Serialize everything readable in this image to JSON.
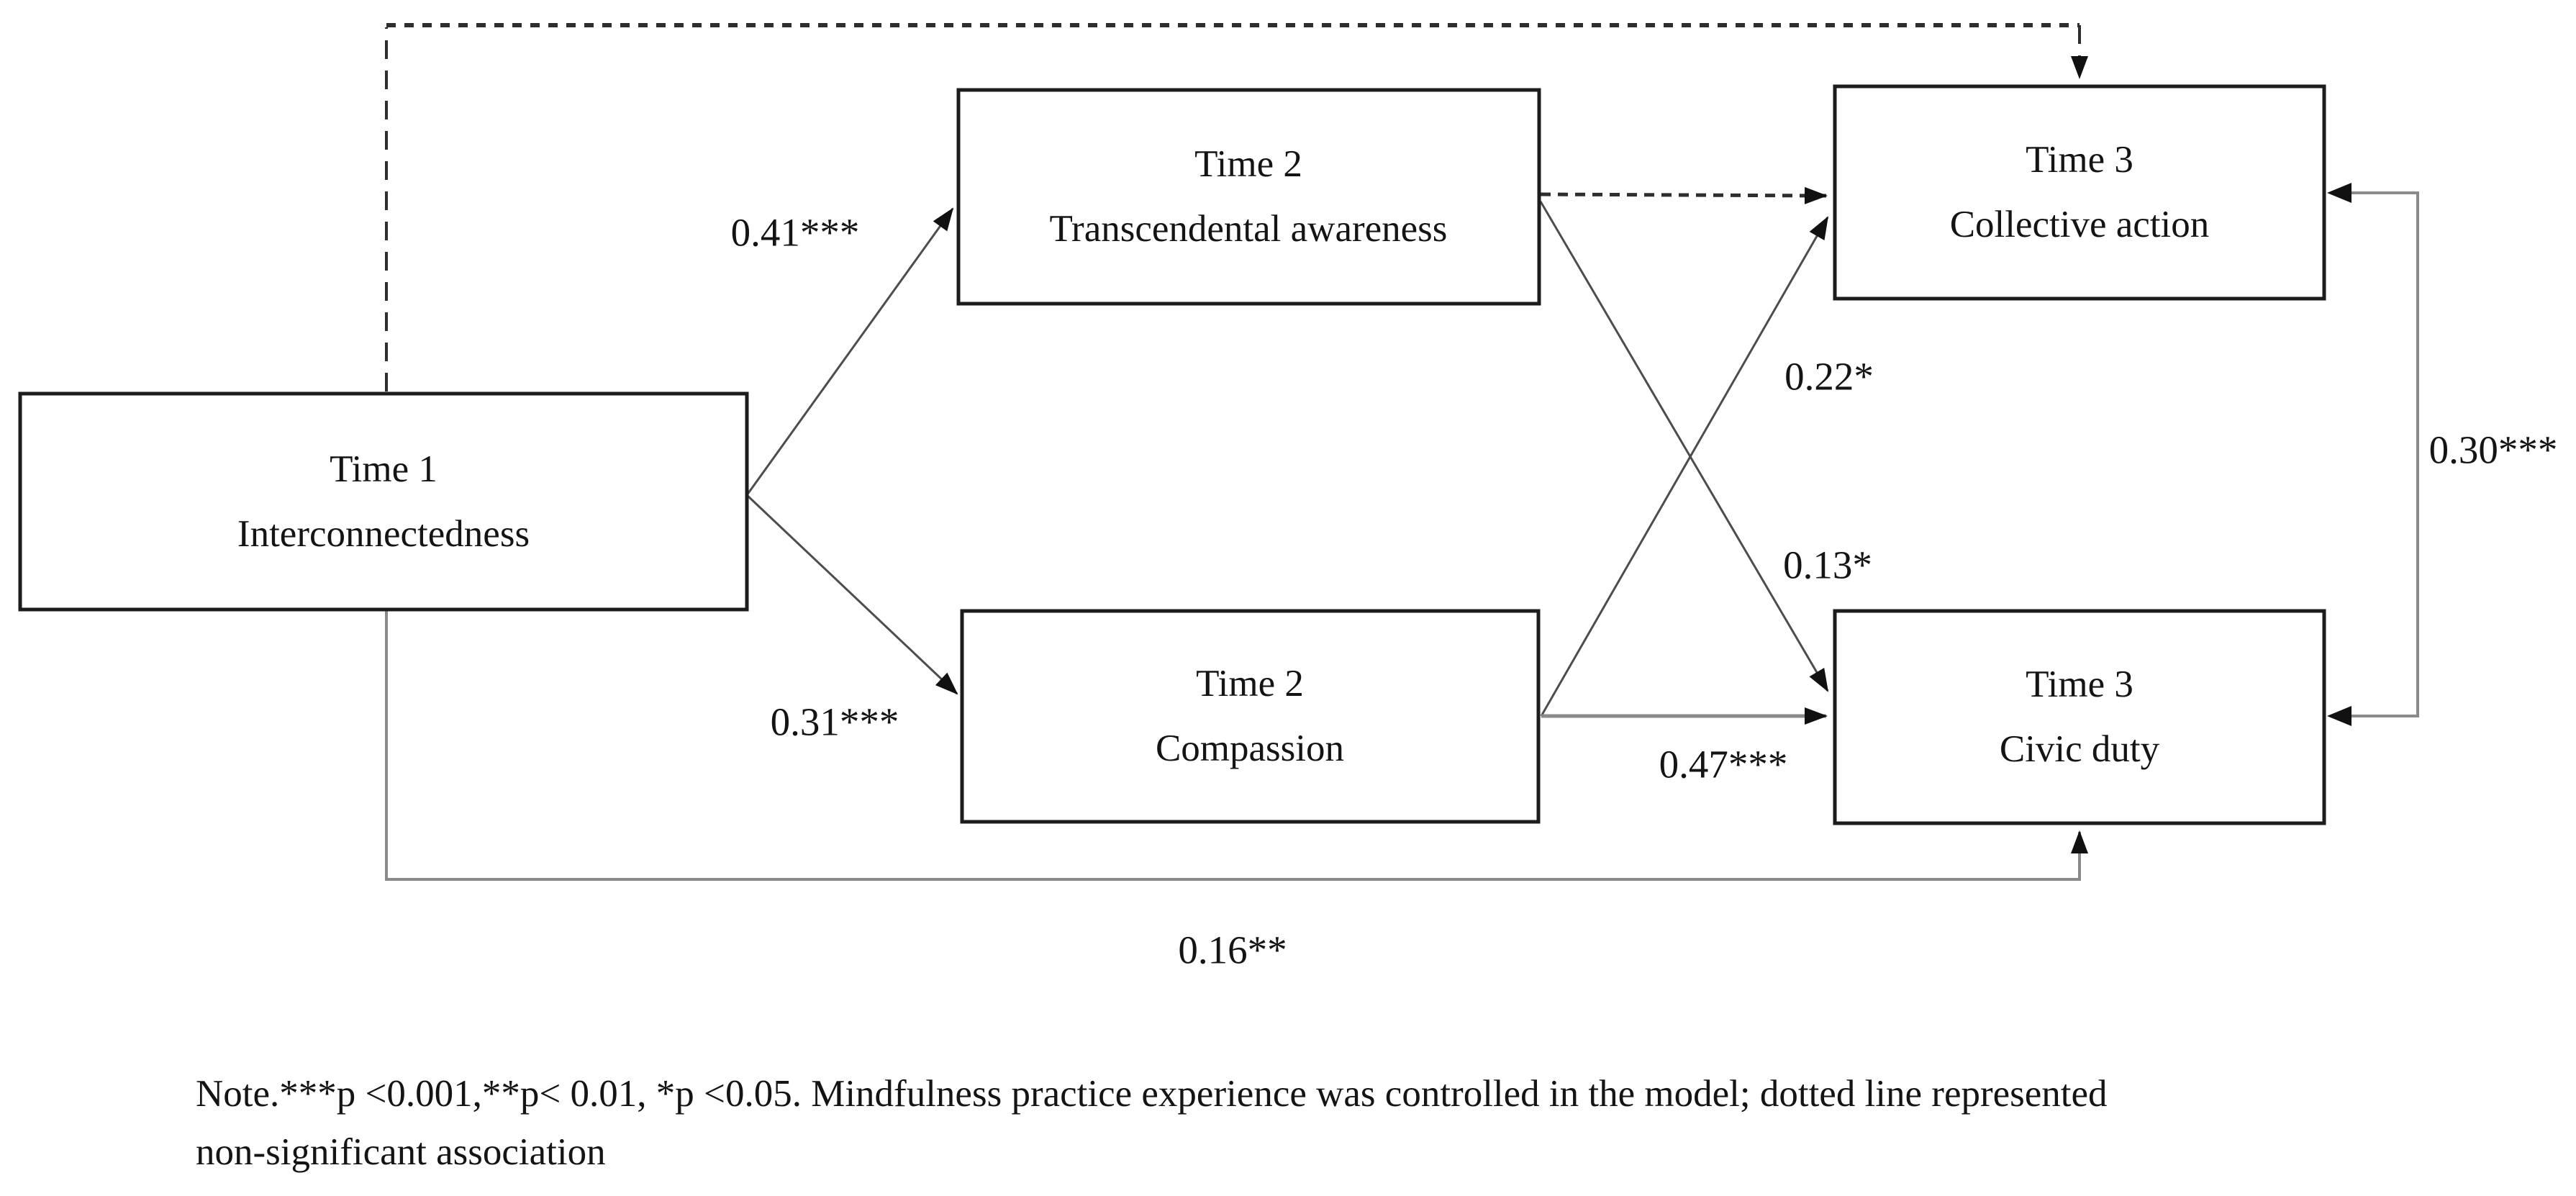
{
  "figure": {
    "type": "path-analysis-diagram",
    "boxes": {
      "t1": {
        "line1": "Time 1",
        "line2": "Interconnectedness"
      },
      "t2a": {
        "line1": "Time 2",
        "line2": "Transcendental awareness"
      },
      "t2b": {
        "line1": "Time 2",
        "line2": "Compassion"
      },
      "t3a": {
        "line1": "Time 3",
        "line2": "Collective action"
      },
      "t3b": {
        "line1": "Time 3",
        "line2": "Civic duty"
      }
    },
    "coefficients": {
      "t1_to_t2a": "0.41***",
      "t1_to_t2b": "0.31***",
      "t2b_to_t3a": "0.22*",
      "t2a_to_t3b": "0.13*",
      "t2b_to_t3b": "0.47***",
      "t3a_t3b_covariance": "0.30***",
      "t1_to_t3b": "0.16**"
    },
    "note": {
      "line1": "Note.***p <0.001,**p< 0.01, *p <0.05. Mindfulness practice experience was controlled in the model; dotted line represented",
      "line2": "non-significant association"
    },
    "colors": {
      "background": "#ffffff",
      "box-border": "#1c1c1c",
      "box-fill": "#ffffff",
      "text": "#141414",
      "solid-line": "#4d4d4d",
      "gray-line": "#8a8a8a",
      "dashed-line": "#2e2e2e",
      "arrowhead": "#111111"
    }
  }
}
